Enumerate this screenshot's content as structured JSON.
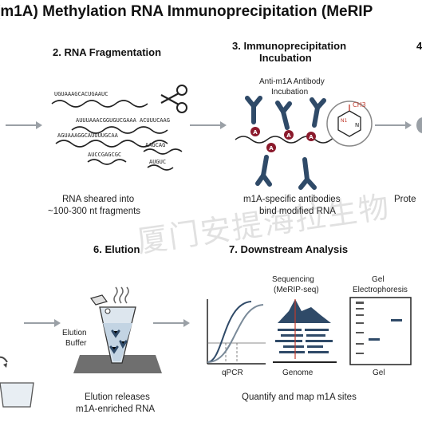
{
  "title": "(m1A) Methylation RNA Immunoprecipitation (MeRIP",
  "steps": {
    "fragmentation": {
      "title": "2. RNA Fragmentation",
      "caption_line1": "RNA sheared into",
      "caption_line2": "~100-300 nt fragments",
      "seqs": [
        "UGUAAAGCACUGAAUC",
        "AUUUAAACGGUGUCGAAA",
        "AGUAAAGGCAUUUUGCAA",
        "AAGCAG",
        "ACUUUCAAG",
        "AUCCGAGCGC",
        "AUGUC"
      ]
    },
    "immunoprecipitation": {
      "title_line1": "3. Immunoprecipitation",
      "title_line2": "Incubation",
      "antibody_label_line1": "Anti-m1A Antibody",
      "antibody_label_line2": "Incubation",
      "mod_letter": "A",
      "ch3": "CH3",
      "n1": "N1",
      "n": "N",
      "caption_line1": "m1A-specific antibodies",
      "caption_line2": "bind modified RNA"
    },
    "step4": {
      "title_fragment": "4",
      "caption_fragment": "Prote"
    },
    "elution": {
      "title": "6. Elution",
      "buffer_line1": "Elution",
      "buffer_line2": "Buffer",
      "caption_line1": "Elution releases",
      "caption_line2": "m1A-enriched RNA"
    },
    "downstream": {
      "title": "7. Downstream Analysis",
      "seq_label_line1": "Sequencing",
      "seq_label_line2": "(MeRIP-seq)",
      "gel_label_line1": "Gel",
      "gel_label_line2": "Electrophoresis",
      "qpcr_label": "qPCR",
      "genome_label": "Genome",
      "gel_label": "Gel",
      "caption": "Quantify and map m1A sites"
    }
  },
  "watermark": "厦门安提海拉生物",
  "colors": {
    "antibody": "#2f4a68",
    "methyl_mark": "#8b1a2c",
    "accent_red": "#c0392b",
    "arrow": "#9aa0a6",
    "ink": "#1a1a1a"
  }
}
